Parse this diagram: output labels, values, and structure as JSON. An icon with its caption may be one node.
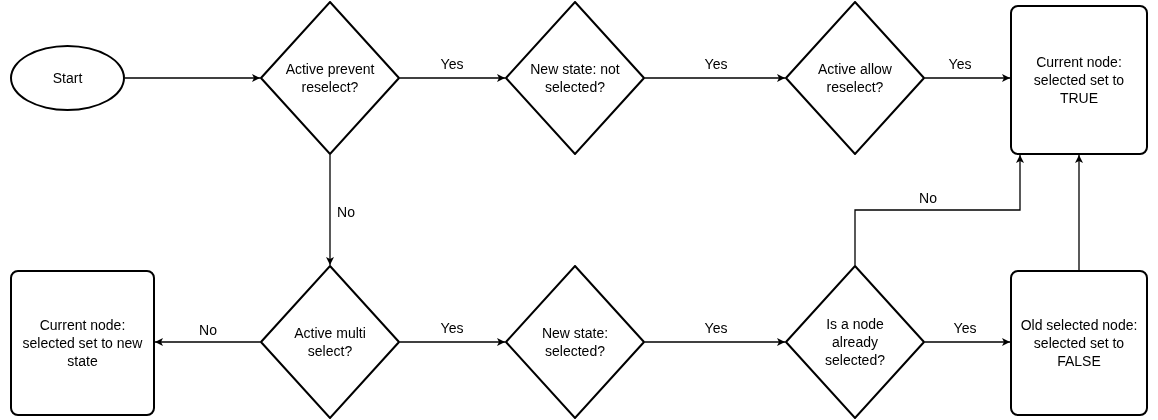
{
  "diagram": {
    "nodes": [
      {
        "text": [
          "Start"
        ]
      },
      {
        "text": [
          "Active prevent reselect?"
        ]
      },
      {
        "text": [
          "New state: not selected?"
        ]
      },
      {
        "text": [
          "Active allow reselect?"
        ]
      },
      {
        "text": [
          "Current node: selected set to TRUE"
        ]
      },
      {
        "text": [
          "Current node: selected set to new state"
        ]
      },
      {
        "text": [
          "Active multi select?"
        ]
      },
      {
        "text": [
          "New state: selected?"
        ]
      },
      {
        "text": [
          "Is a node already selected?"
        ]
      },
      {
        "text": [
          "Old selected node: selected set to FALSE"
        ]
      }
    ],
    "edges": [
      {
        "from": 0,
        "to": 1,
        "arrow": "to"
      },
      {
        "from": 1,
        "to": 2,
        "arrow": "to",
        "label": "Yes"
      },
      {
        "from": 2,
        "to": 3,
        "arrow": "to",
        "label": "Yes"
      },
      {
        "from": 3,
        "to": 4,
        "arrow": "to",
        "label": "Yes"
      },
      {
        "from": 1,
        "to": 6,
        "arrow": "to",
        "label": "No"
      },
      {
        "from": 6,
        "to": 5,
        "arrow": "to",
        "label": "No"
      },
      {
        "from": 6,
        "to": 7,
        "arrow": "to",
        "label": "Yes"
      },
      {
        "from": 7,
        "to": 8,
        "arrow": "to",
        "label": "Yes"
      },
      {
        "from": 8,
        "to": 9,
        "arrow": "to",
        "label": "Yes"
      },
      {
        "from": 8,
        "to": 4,
        "arrow": "to",
        "label": "No"
      },
      {
        "from": 9,
        "to": 4,
        "arrow": "to"
      }
    ]
  }
}
